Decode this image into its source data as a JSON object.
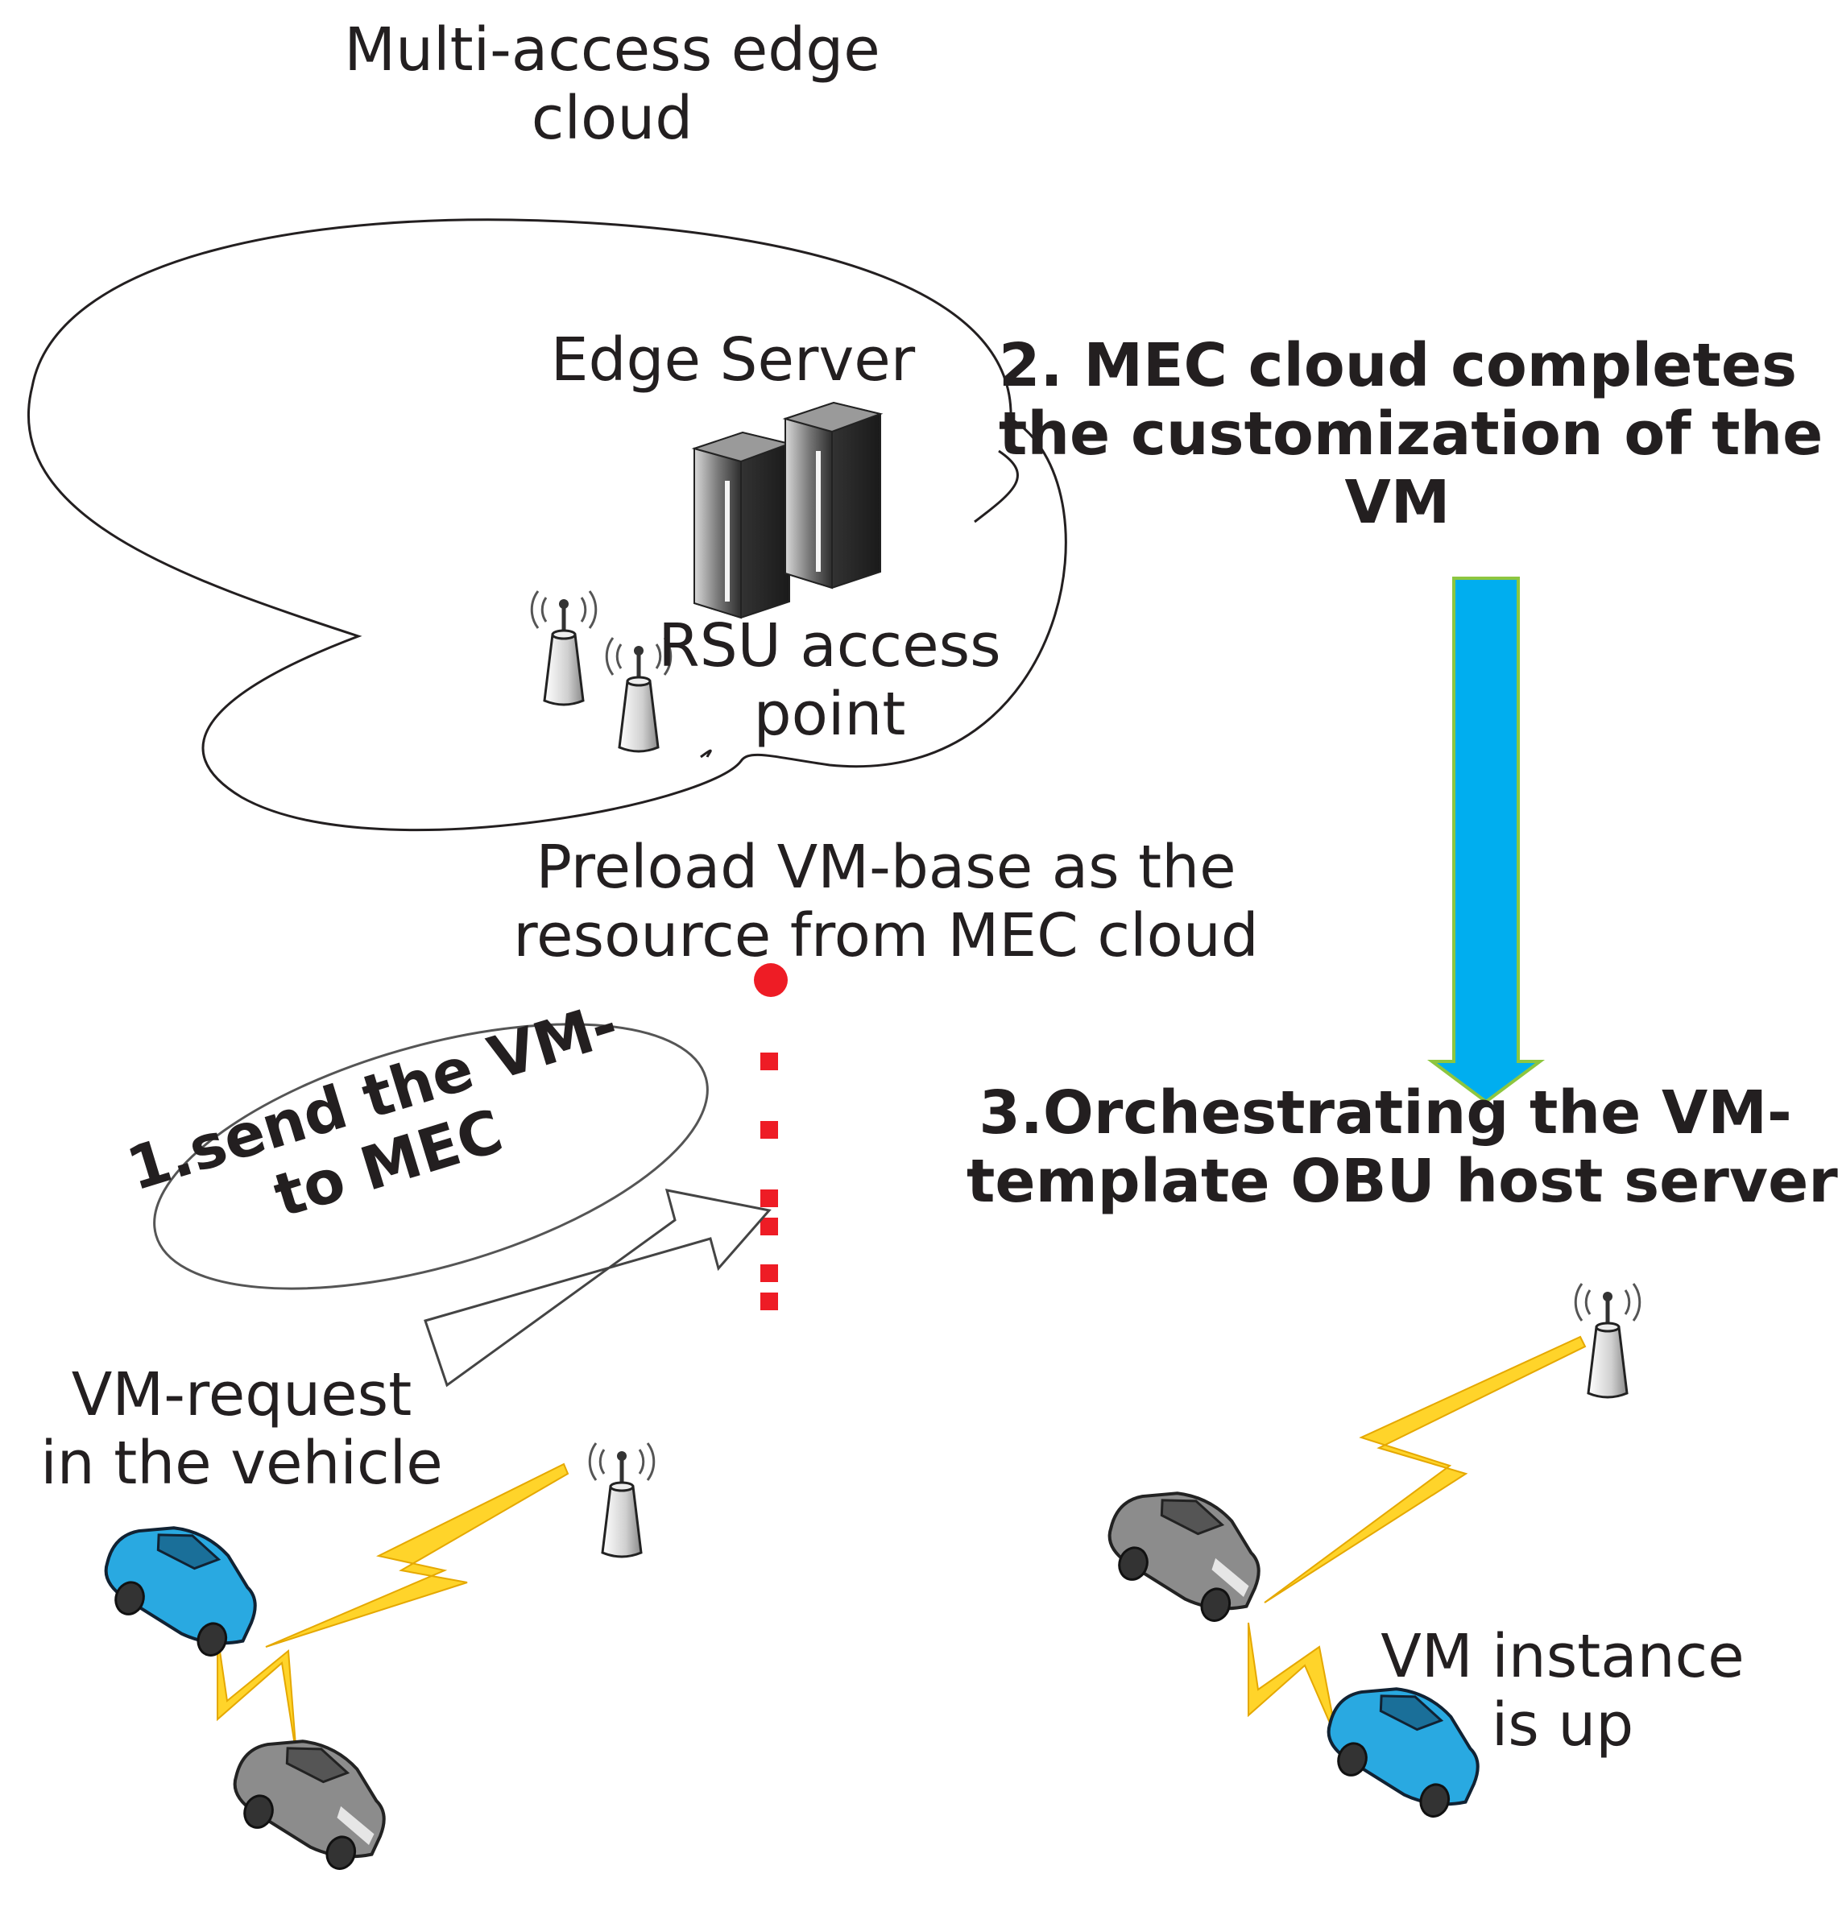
{
  "labels": {
    "cloud_title": [
      "Multi-access edge",
      "cloud"
    ],
    "edge_server": "Edge Server",
    "rsu": [
      "RSU access",
      "point"
    ],
    "step2": [
      "2. MEC cloud completes",
      "the customization of the",
      "VM"
    ],
    "preload": [
      "Preload VM-base as the",
      "resource from MEC cloud"
    ],
    "step1": [
      "1.send the VM-",
      "to MEC"
    ],
    "step3": [
      "3.Orchestrating the VM-",
      "template OBU host server"
    ],
    "vm_request": [
      "VM-request",
      "in the vehicle"
    ],
    "vm_instance": [
      "VM instance",
      "is up"
    ]
  },
  "colors": {
    "down_arrow": "#00aeef",
    "down_arrow_border": "#8dc63f",
    "dotted_link": "#ee1c25",
    "lightning": "#ffd42a",
    "car_blue": "#29a9e1",
    "car_gray": "#8c8c8c"
  },
  "icons": [
    "server-icon",
    "antenna-icon",
    "car-icon",
    "lightning-icon",
    "arrow-icon"
  ]
}
